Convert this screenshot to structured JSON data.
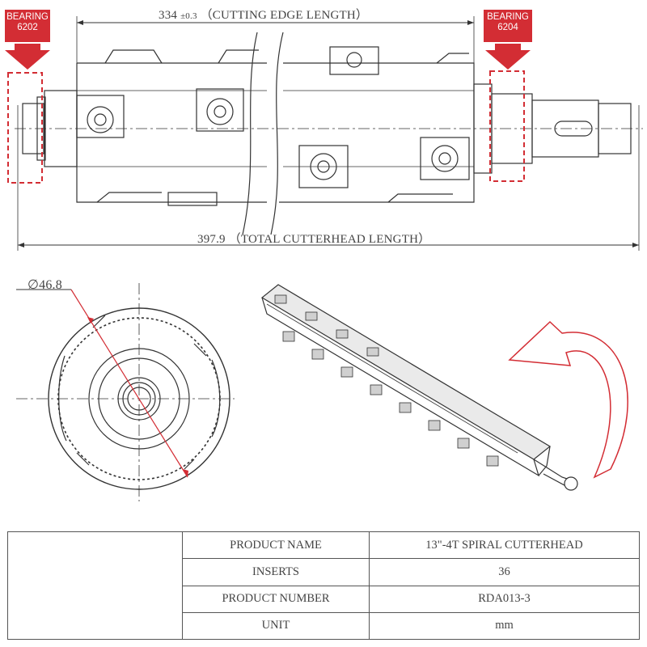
{
  "cutting_edge": {
    "value": "334",
    "tolerance": "±0.3",
    "label": "（CUTTING EDGE LENGTH）"
  },
  "total_length": {
    "value": "397.9",
    "label": "（TOTAL CUTTERHEAD LENGTH）"
  },
  "diameter": "∅46.8",
  "bearings": [
    {
      "line1": "BEARING",
      "line2": "6202"
    },
    {
      "line1": "BEARING",
      "line2": "6204"
    }
  ],
  "spec_table": {
    "rows": [
      {
        "key": "PRODUCT NAME",
        "value": "13\"-4T SPIRAL CUTTERHEAD"
      },
      {
        "key": "INSERTS",
        "value": "36"
      },
      {
        "key": "PRODUCT NUMBER",
        "value": "RDA013-3"
      },
      {
        "key": "UNIT",
        "value": "mm"
      }
    ]
  },
  "colors": {
    "accent": "#d32d34",
    "line": "#333333"
  },
  "icons": {
    "direction": "curved-arrow-icon",
    "bearing": "down-arrow-icon"
  }
}
